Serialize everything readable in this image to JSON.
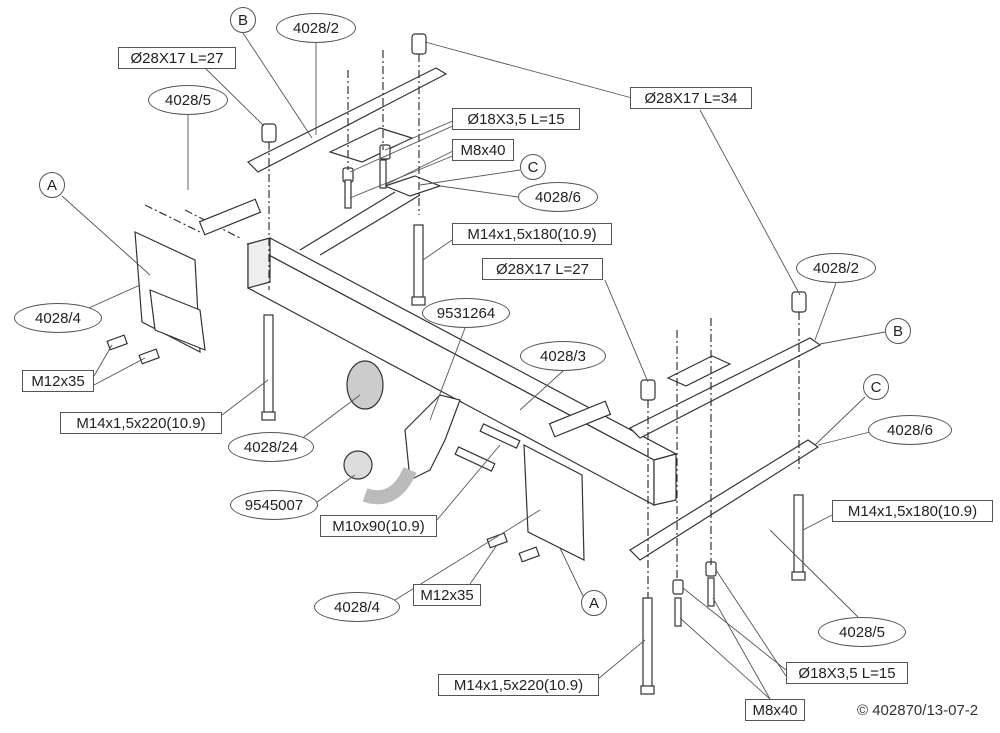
{
  "parts": {
    "ell_4028_2_top": "4028/2",
    "ell_4028_5_left": "4028/5",
    "ell_4028_6_top": "4028/6",
    "ell_4028_4_left": "4028/4",
    "ell_9531264": "9531264",
    "ell_4028_3": "4028/3",
    "ell_4028_24": "4028/24",
    "ell_9545007": "9545007",
    "ell_4028_4_bottom": "4028/4",
    "ell_4028_2_right": "4028/2",
    "ell_4028_6_right": "4028/6",
    "ell_4028_5_right": "4028/5"
  },
  "specs": {
    "spacer_27_left": "Ø28X17 L=27",
    "spacer_15_top": "Ø18X3,5 L=15",
    "bolt_m8_top": "M8x40",
    "bolt_m14_180_top": "M14x1,5x180(10.9)",
    "spacer_34": "Ø28X17 L=34",
    "spacer_27_right": "Ø28X17 L=27",
    "bolt_m12_left": "M12x35",
    "bolt_m14_220_left": "M14x1,5x220(10.9)",
    "bolt_m10": "M10x90(10.9)",
    "bolt_m12_bottom": "M12x35",
    "bolt_m14_180_right": "M14x1,5x180(10.9)",
    "spacer_15_bottom": "Ø18X3,5 L=15",
    "bolt_m14_220_bottom": "M14x1,5x220(10.9)",
    "bolt_m8_bottom": "M8x40"
  },
  "refs": {
    "b_top": "B",
    "a_left": "A",
    "c_top": "C",
    "b_right": "B",
    "c_right": "C",
    "a_bottom": "A"
  },
  "copyright": "© 402870/13-07-2"
}
